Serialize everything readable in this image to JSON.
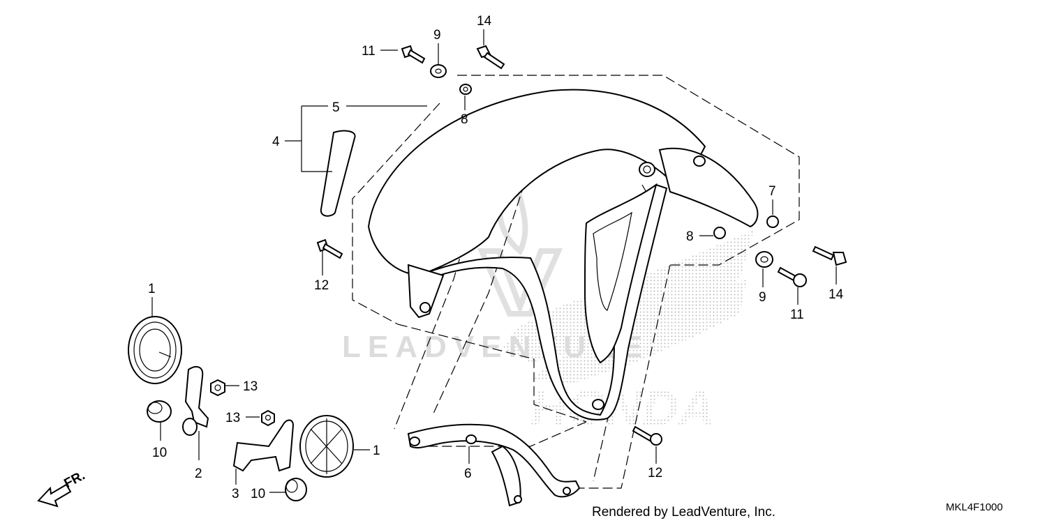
{
  "diagram": {
    "callouts": [
      {
        "id": "c1a",
        "text": "1"
      },
      {
        "id": "c1b",
        "text": "1"
      },
      {
        "id": "c2",
        "text": "2"
      },
      {
        "id": "c3",
        "text": "3"
      },
      {
        "id": "c4",
        "text": "4"
      },
      {
        "id": "c5",
        "text": "5"
      },
      {
        "id": "c6",
        "text": "6"
      },
      {
        "id": "c7",
        "text": "7"
      },
      {
        "id": "c8a",
        "text": "8"
      },
      {
        "id": "c8b",
        "text": "8"
      },
      {
        "id": "c9a",
        "text": "9"
      },
      {
        "id": "c9b",
        "text": "9"
      },
      {
        "id": "c10a",
        "text": "10"
      },
      {
        "id": "c10b",
        "text": "10"
      },
      {
        "id": "c11a",
        "text": "11"
      },
      {
        "id": "c11b",
        "text": "11"
      },
      {
        "id": "c12a",
        "text": "12"
      },
      {
        "id": "c12b",
        "text": "12"
      },
      {
        "id": "c13a",
        "text": "13"
      },
      {
        "id": "c13b",
        "text": "13"
      },
      {
        "id": "c14a",
        "text": "14"
      },
      {
        "id": "c14b",
        "text": "14"
      }
    ],
    "direction_label": "FR.",
    "footer_text": "Rendered by LeadVenture, Inc.",
    "diagram_code": "MKL4F1000",
    "watermark_text": "LEADVENTURE",
    "brand_mark_text": "HONDA"
  },
  "colors": {
    "line": "#000000",
    "watermark": "#dcdcdc"
  }
}
